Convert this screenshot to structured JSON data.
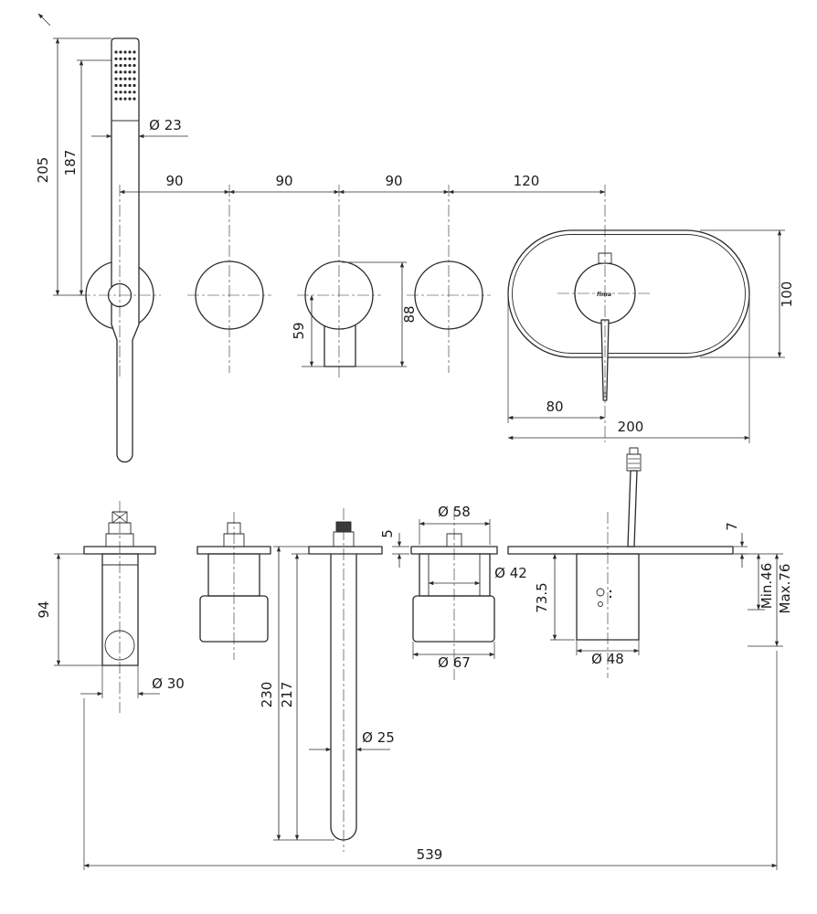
{
  "drawing": {
    "background": "#ffffff",
    "ink_color": "#2b2b2b",
    "logo_text": "fima",
    "dims": {
      "shower_total_height": "205",
      "shower_head_height": "187",
      "hand_shower_dia": "Ø 23",
      "spacing_a": "90",
      "spacing_b": "90",
      "spacing_c": "90",
      "spacing_d": "120",
      "spout_lower_drop": "59",
      "spout_overall_height": "88",
      "plate_height": "100",
      "handle_offset": "80",
      "plate_width": "200",
      "valve_body_depth": "94",
      "valve_body_dia": "Ø 30",
      "spout_total_depth": "230",
      "spout_tube_depth": "217",
      "spout_tube_dia": "Ø 25",
      "handle_cap_dia": "Ø 58",
      "knob_plate_thickness": "5",
      "handle_neck_dia": "Ø 42",
      "handle_skirt_dia": "Ø 67",
      "mixer_plate_thickness": "7",
      "mixer_body_depth": "73.5",
      "recess_min": "Min.46",
      "recess_max": "Max.76",
      "mixer_body_dia": "Ø 48",
      "overall_width": "539"
    }
  }
}
